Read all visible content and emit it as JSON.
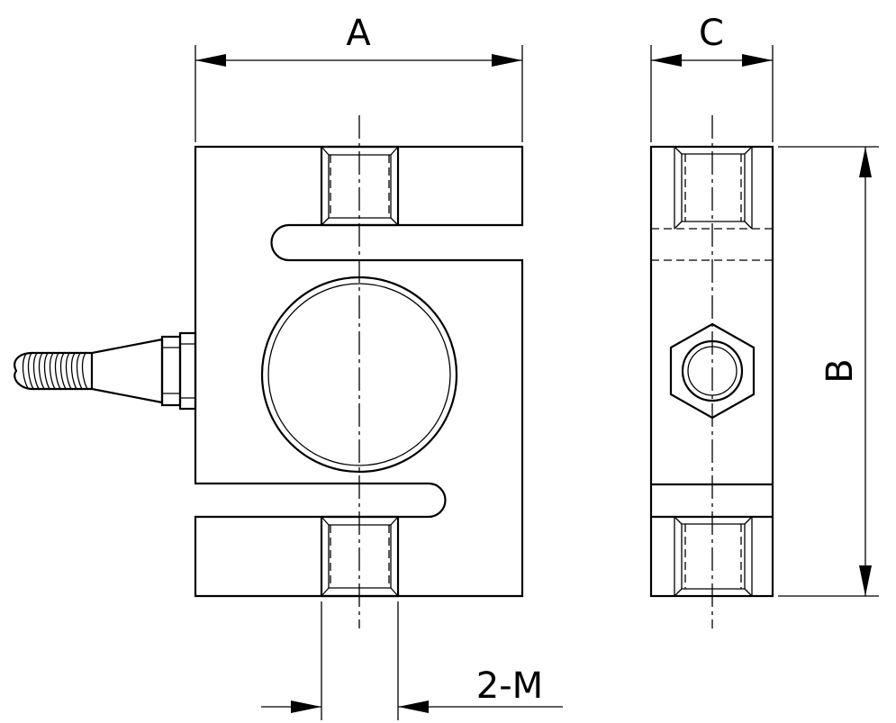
{
  "drawing": {
    "type": "technical-drawing",
    "subject": "s-type-load-cell",
    "views": [
      "front",
      "side"
    ],
    "line_color": "#000000",
    "background": "#ffffff"
  },
  "dimensions": {
    "width": "A",
    "height": "B",
    "thickness": "C",
    "thread": "2-M"
  }
}
